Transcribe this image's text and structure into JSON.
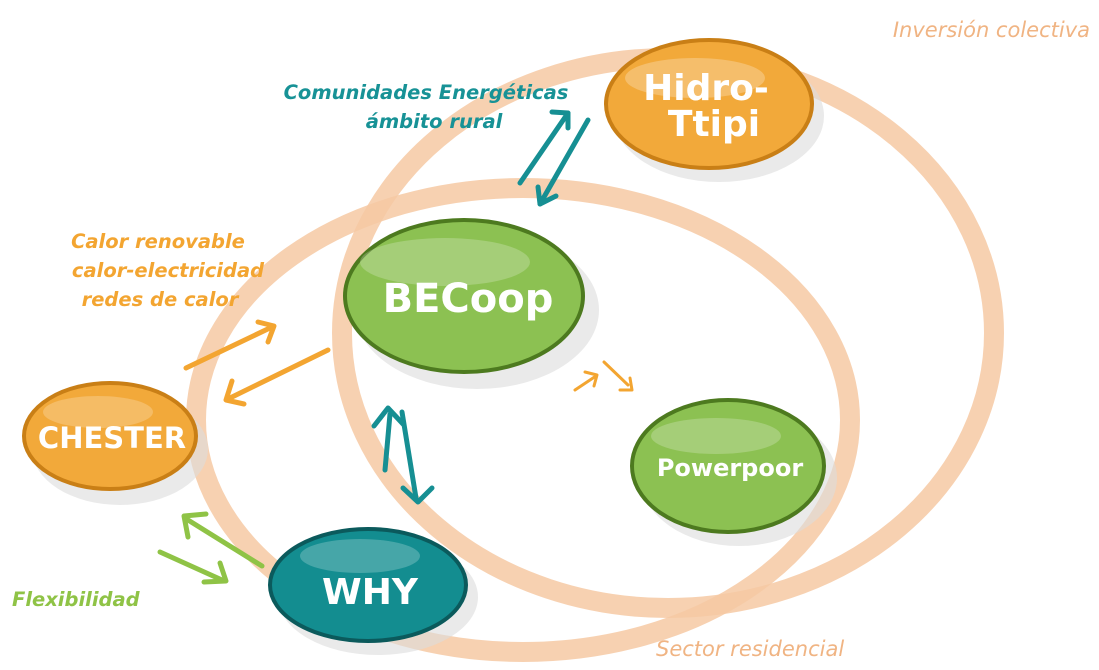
{
  "colors": {
    "ring": "#f6c9a3",
    "green_fill": "#8cc152",
    "green_dark": "#4d7a1f",
    "green_arrow": "#8fc346",
    "orange_fill": "#f2a93a",
    "orange_dark": "#c97f16",
    "orange_text": "#f3a531",
    "teal_fill": "#138d90",
    "teal_dark": "#0b5a5c",
    "teal_text": "#179296",
    "peach_text": "#f0b483"
  },
  "ellipse_labels": {
    "inversion": "Inversión colectiva",
    "residencial": "Sector residencial"
  },
  "section_labels": {
    "comunidades": [
      "Comunidades Energéticas",
      "ámbito rural"
    ],
    "calor": [
      "Calor renovable",
      "calor-electricidad",
      "redes de calor"
    ],
    "flexibilidad": "Flexibilidad"
  },
  "projects": {
    "hidro": [
      "Hidro-",
      "Ttipi"
    ],
    "becoop": "BECoop",
    "chester": "CHESTER",
    "powerpoor": "Powerpoor",
    "why": "WHY"
  }
}
